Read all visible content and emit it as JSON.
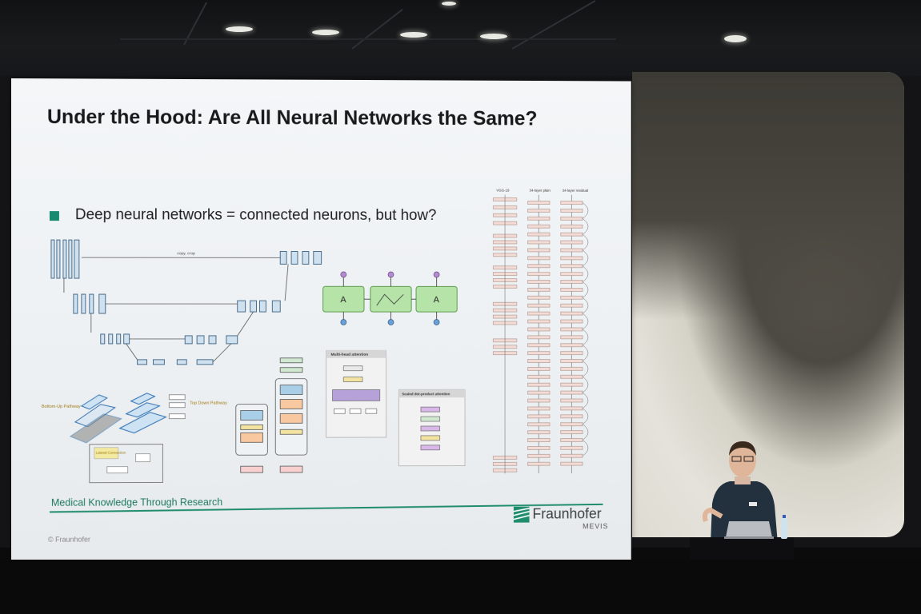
{
  "slide": {
    "title": "Under the Hood: Are All Neural Networks the Same?",
    "bullet": "Deep neural networks = connected neurons, but how?",
    "footer": "Medical Knowledge Through Research",
    "copyright": "© Fraunhofer",
    "logo_name": "Fraunhofer",
    "logo_sub": "MEVIS"
  },
  "diagrams": {
    "unet_labels": [
      "copy, crop"
    ],
    "fpn_labels": [
      "Bottom-Up Pathway",
      "Top Down Pathway",
      "Lateral Connection"
    ],
    "rnn_block_label": "A",
    "transformer_title": "Multi-head attention",
    "attention_title": "Scaled dot-product attention",
    "resnet_headers": [
      "VGG-19",
      "34-layer plain",
      "34-layer residual"
    ]
  },
  "colors": {
    "accent": "#1a8a70",
    "slide_bg": "#f1f4f6",
    "rnn_green": "#b6e3a8",
    "transformer_blue": "#a9cfe8",
    "transformer_yellow": "#f3e3a0"
  }
}
